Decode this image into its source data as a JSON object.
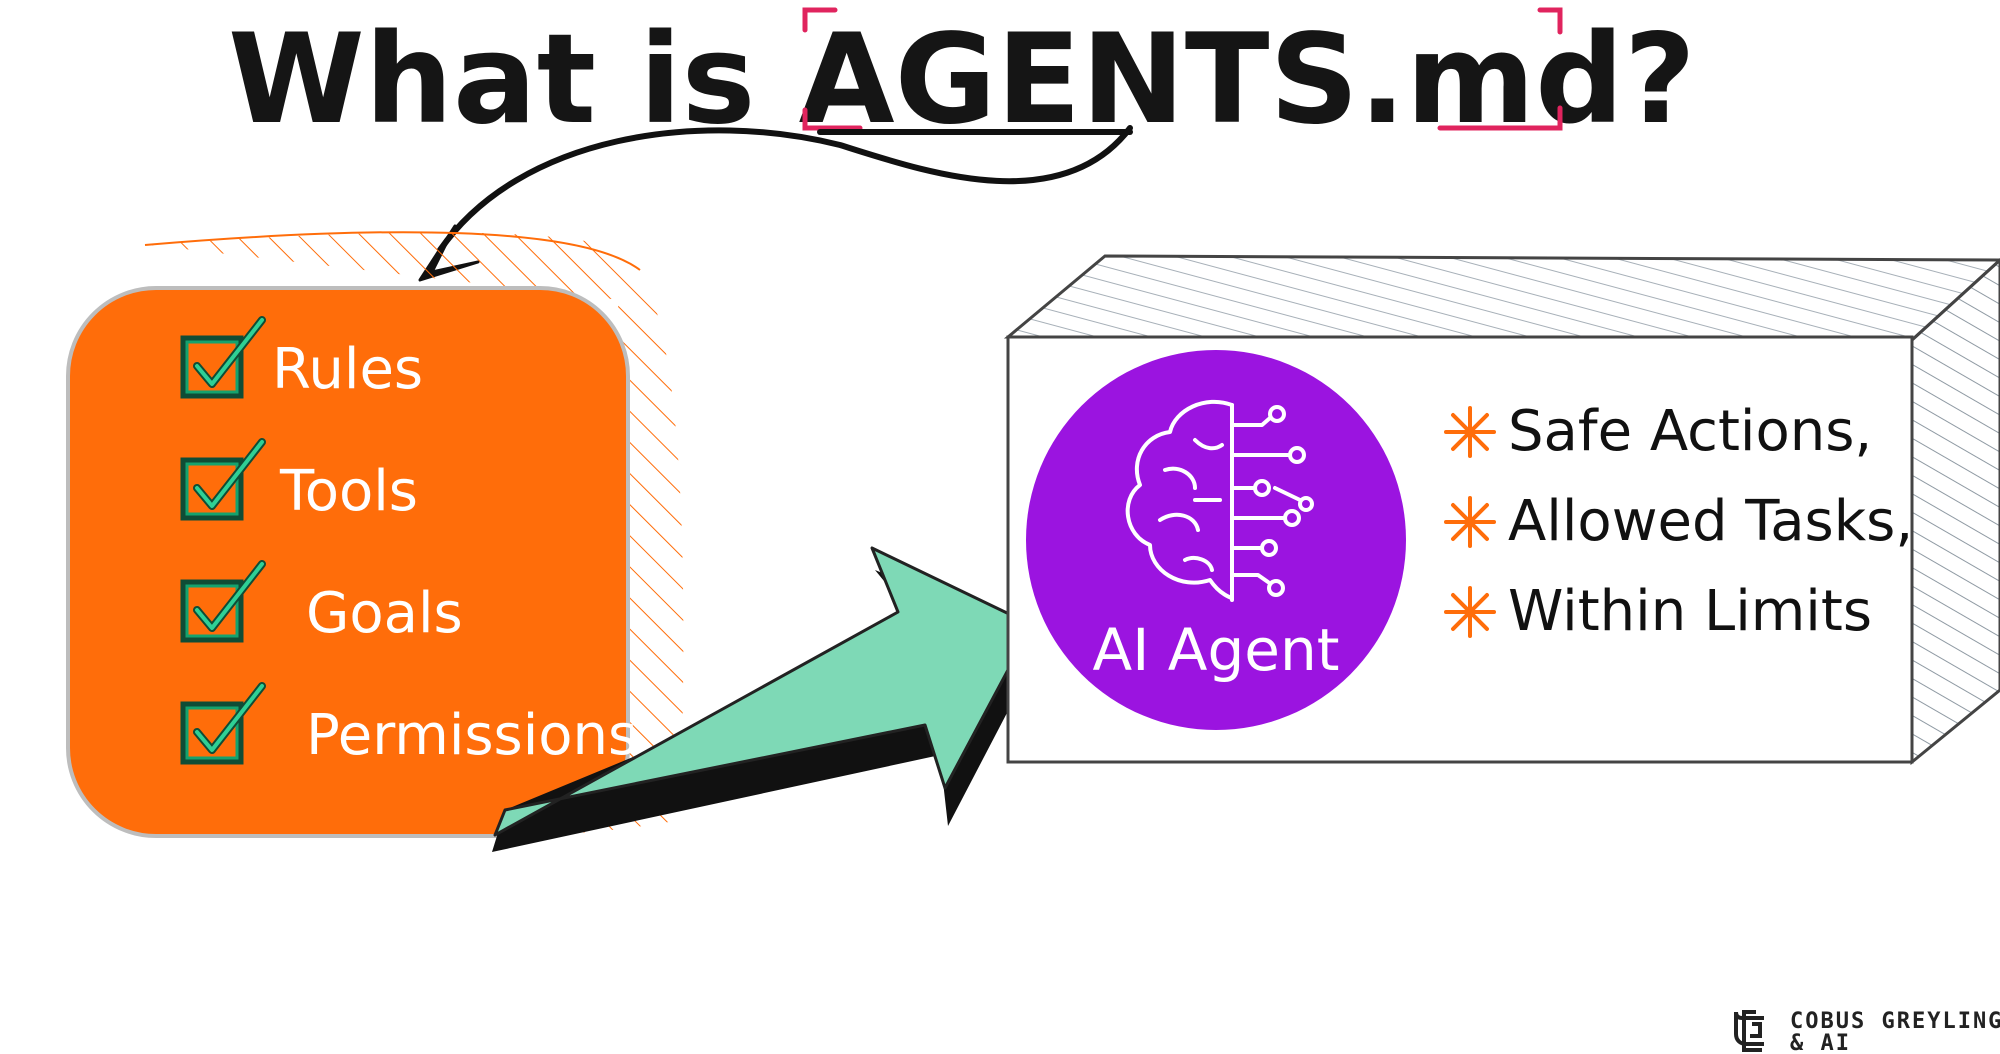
{
  "title": {
    "prefix": "What is ",
    "highlight": "AGENTS.md",
    "suffix": "?"
  },
  "checklist": {
    "items": [
      {
        "label": "Rules"
      },
      {
        "label": "Tools"
      },
      {
        "label": "Goals"
      },
      {
        "label": "Permissions"
      }
    ]
  },
  "agent": {
    "label": "AI Agent",
    "icon": "brain-circuit-icon"
  },
  "outcomes": {
    "items": [
      {
        "text": "Safe Actions,"
      },
      {
        "text": "Allowed Tasks,"
      },
      {
        "text": "Within Limits"
      }
    ]
  },
  "brand": {
    "line1": "COBUS GREYLING",
    "line2": "& AI"
  },
  "colors": {
    "orange": "#FF6D0A",
    "teal": "#7ED9B6",
    "purple": "#9B14E0",
    "title_bracket": "#E0245E",
    "check_green": "#15A36E",
    "ink": "#111111"
  }
}
